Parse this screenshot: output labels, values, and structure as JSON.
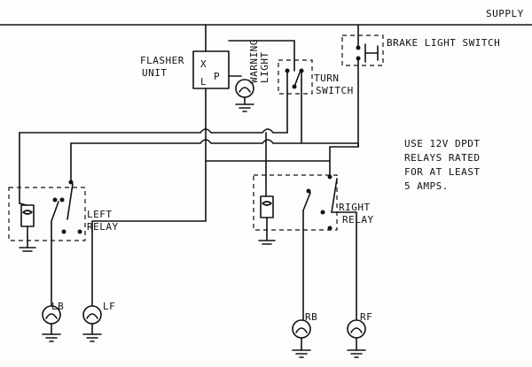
{
  "labels": {
    "supply": "SUPPLY",
    "brake_switch": "BRAKE LIGHT SWITCH",
    "flasher_line1": "FLASHER",
    "flasher_line2": "UNIT",
    "flasher_x": "X",
    "flasher_l": "L",
    "flasher_p": "P",
    "warning_line1": "WARNING",
    "warning_line2": "LIGHT",
    "turn_line1": "TURN",
    "turn_line2": "SWITCH",
    "note_line1": "USE 12V DPDT",
    "note_line2": "RELAYS RATED",
    "note_line3": "FOR AT LEAST",
    "note_line4": "5 AMPS.",
    "left_relay_line1": "LEFT",
    "left_relay_line2": "RELAY",
    "right_relay_line1": "RIGHT",
    "right_relay_line2": "RELAY",
    "lamp_lb": "LB",
    "lamp_lf": "LF",
    "lamp_rb": "RB",
    "lamp_rf": "RF"
  }
}
